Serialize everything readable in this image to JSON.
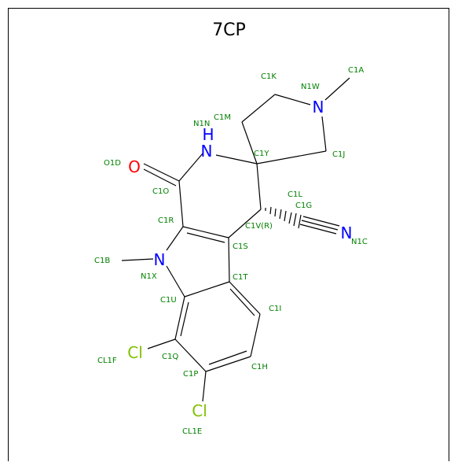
{
  "title": "7CP",
  "colors": {
    "carbon_bond": "#000000",
    "nitrogen": "#0000ff",
    "oxygen": "#ff0000",
    "chlorine": "#80c000",
    "label": "#008000"
  },
  "atoms": {
    "n_amide": "N",
    "h_amide": "H",
    "o": "O",
    "n_indole": "N",
    "n_pip": "N",
    "n_nitrile": "N",
    "cl1": "Cl",
    "cl2": "Cl"
  },
  "labels": {
    "c1a": "C1A",
    "c1k": "C1K",
    "n1w": "N1W",
    "n1n": "N1N",
    "c1m": "C1M",
    "c1y": "C1Y",
    "c1j": "C1J",
    "o1d": "O1D",
    "c1o": "C1O",
    "c1l": "C1L",
    "c1g": "C1G",
    "c1r": "C1R",
    "c1v": "C1V(R)",
    "n1c": "N1C",
    "c1b": "C1B",
    "c1s": "C1S",
    "n1x": "N1X",
    "c1t": "C1T",
    "c1u": "C1U",
    "c1i": "C1I",
    "cl1f": "CL1F",
    "c1q": "C1Q",
    "c1h": "C1H",
    "c1p": "C1P",
    "cl1e": "CL1E"
  }
}
